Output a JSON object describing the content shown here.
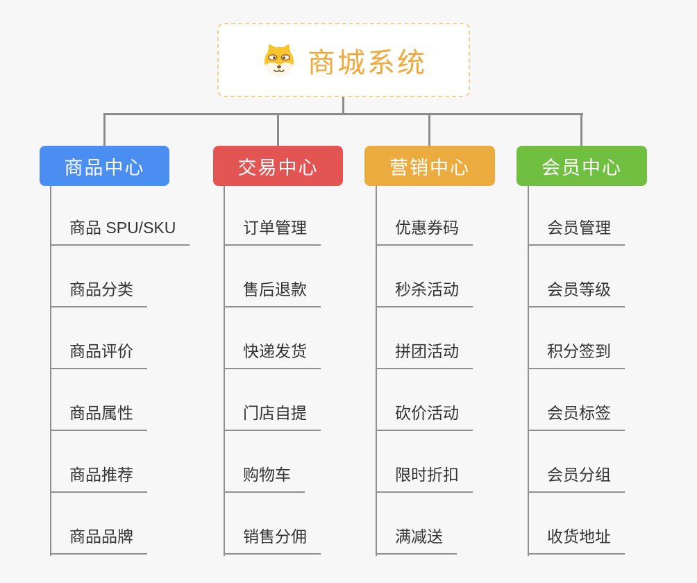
{
  "root": {
    "title": "商城系统",
    "icon": "shiba-dog-icon",
    "accent": "#efa93c",
    "border_color": "#f3d08c"
  },
  "connector_color": "#8c8c8c",
  "branches": [
    {
      "label": "商品中心",
      "color": "#4a8ef2",
      "items": [
        "商品 SPU/SKU",
        "商品分类",
        "商品评价",
        "商品属性",
        "商品推荐",
        "商品品牌"
      ]
    },
    {
      "label": "交易中心",
      "color": "#e25552",
      "items": [
        "订单管理",
        "售后退款",
        "快递发货",
        "门店自提",
        "购物车",
        "销售分佣"
      ]
    },
    {
      "label": "营销中心",
      "color": "#ecab3e",
      "items": [
        "优惠券码",
        "秒杀活动",
        "拼团活动",
        "砍价活动",
        "限时折扣",
        "满减送"
      ]
    },
    {
      "label": "会员中心",
      "color": "#70bf40",
      "items": [
        "会员管理",
        "会员等级",
        "积分签到",
        "会员标签",
        "会员分组",
        "收货地址"
      ]
    }
  ]
}
